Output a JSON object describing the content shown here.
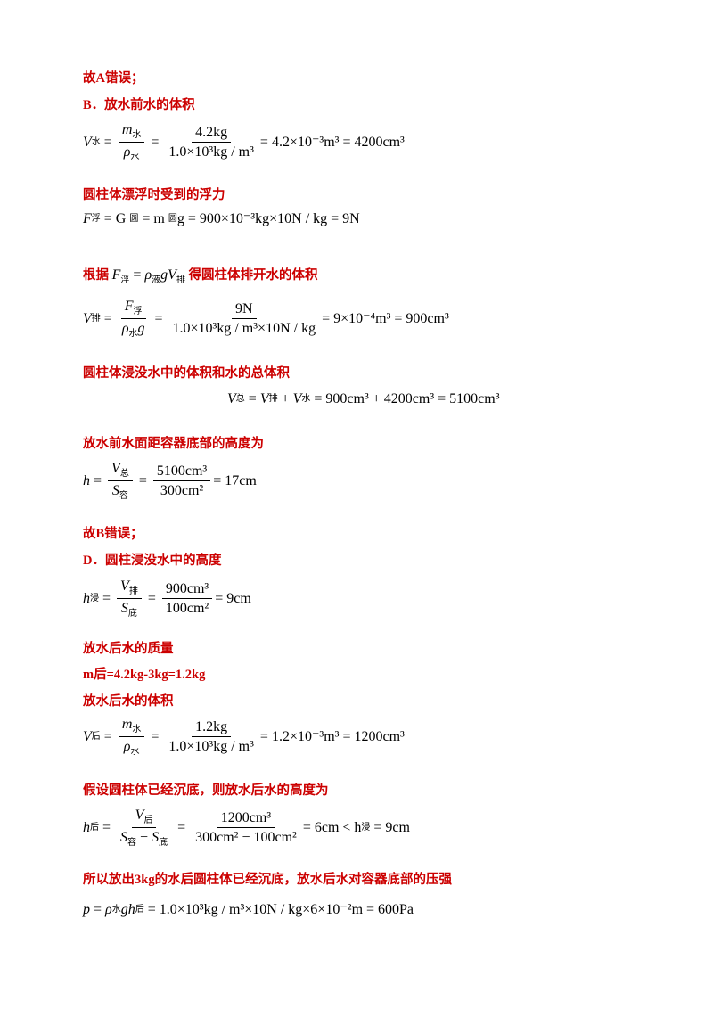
{
  "headings": {
    "h1": "故A错误；",
    "h2": "B．放水前水的体积",
    "h3": "圆柱体漂浮时受到的浮力",
    "h4_pre": "根据",
    "h4_post": "得圆柱体排开水的体积",
    "h5": "圆柱体浸没水中的体积和水的总体积",
    "h6": "放水前水面距容器底部的高度为",
    "h7": "故B错误；",
    "h8": "D．圆柱浸没水中的高度",
    "h9": "放水后水的质量",
    "h10": "m后=4.2kg-3kg=1.2kg",
    "h11": "放水后水的体积",
    "h12": "假设圆柱体已经沉底，则放水后水的高度为",
    "h13": "所以放出3kg的水后圆柱体已经沉底，放水后水对容器底部的压强"
  },
  "subs": {
    "shui": "水",
    "fu": "浮",
    "yuan": "圆",
    "ye": "液",
    "pai": "排",
    "zong": "总",
    "rong": "容",
    "jin": "浸",
    "di": "底",
    "hou": "后"
  },
  "eq1": {
    "lhs": "V",
    "m": "m",
    "rho": "ρ",
    "num": "4.2kg",
    "den": "1.0×10³kg / m³",
    "result": "= 4.2×10⁻³m³ = 4200cm³"
  },
  "eq2": {
    "text": "= G",
    "mid": "= m",
    "tail": "g = 900×10⁻³kg×10N / kg = 9N",
    "F": "F"
  },
  "eq3": {
    "F": "F",
    "num": "9N",
    "den": "1.0×10³kg / m³×10N / kg",
    "result": "= 9×10⁻⁴m³ = 900cm³"
  },
  "eq4": {
    "tail": "= 900cm³ + 4200cm³ = 5100cm³"
  },
  "eq5": {
    "lhs": "h",
    "num": "5100cm³",
    "den": "300cm²",
    "result": "= 17cm"
  },
  "eq6": {
    "num": "900cm³",
    "den": "100cm²",
    "result": "= 9cm"
  },
  "eq7": {
    "num": "1.2kg",
    "den": "1.0×10³kg / m³",
    "result": "= 1.2×10⁻³m³ = 1200cm³"
  },
  "eq8": {
    "num": "1200cm³",
    "den": "300cm² − 100cm²",
    "mid": "= 6cm < h",
    "tail": "= 9cm"
  },
  "eq9": {
    "lhs": "p",
    "tail": "= 1.0×10³kg / m³×10N / kg×6×10⁻²m = 600Pa"
  }
}
